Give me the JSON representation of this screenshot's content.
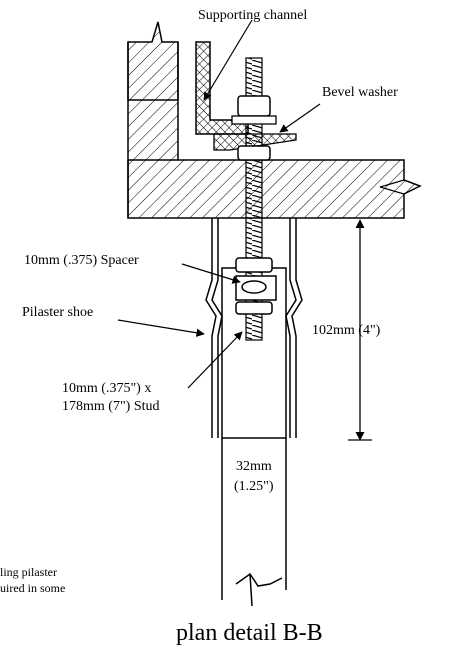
{
  "title": "plan detail B-B",
  "callouts": {
    "supporting_channel": "Supporting channel",
    "bevel_washer": "Bevel washer",
    "spacer": "10mm (.375) Spacer",
    "pilaster_shoe": "Pilaster shoe",
    "stud_line1": "10mm (.375\") x",
    "stud_line2": "178mm (7\") Stud",
    "height_dim": "102mm (4\")",
    "width_line1": "32mm",
    "width_line2": "(1.25\")",
    "note_line1": "ling pilaster",
    "note_line2": "uired in some"
  }
}
